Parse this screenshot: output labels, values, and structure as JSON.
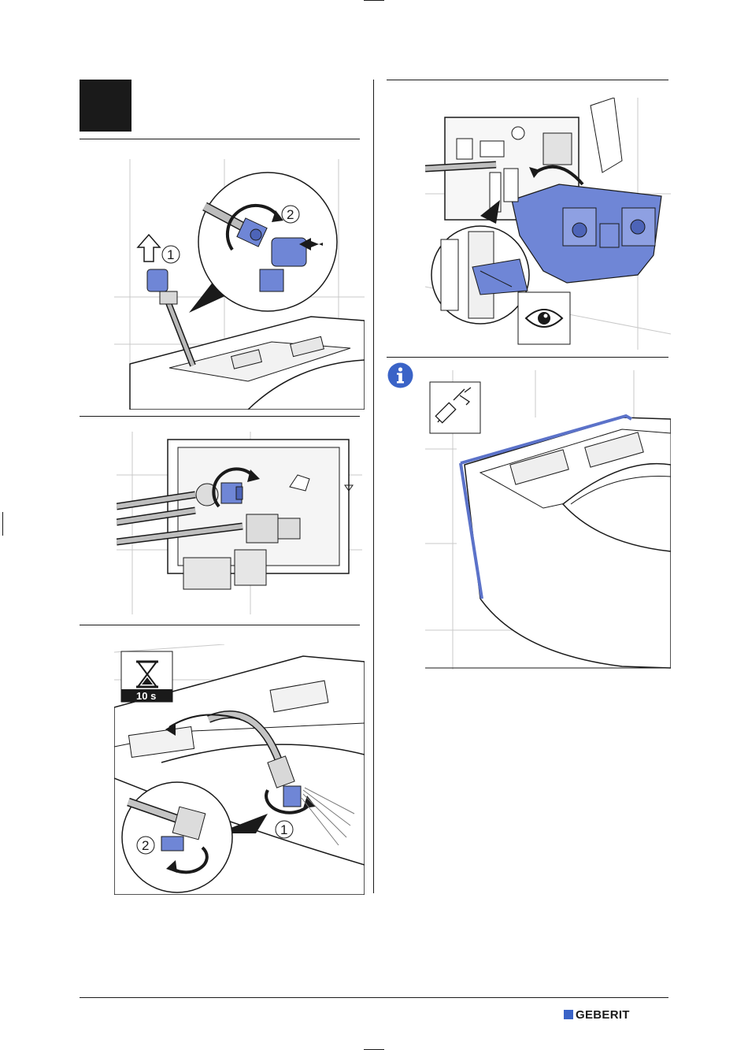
{
  "step_number": "",
  "timer": {
    "label": "10 s"
  },
  "callouts": {
    "one": "1",
    "two": "2"
  },
  "brand": {
    "name": "GEBERIT"
  },
  "colors": {
    "accent_blue": "#6f86d6",
    "ink": "#1a1a1a",
    "brand_blue": "#3a63c7",
    "sealant_line": "#5b72c9"
  },
  "icons": [
    "hourglass-icon",
    "eye-icon",
    "info-icon",
    "sealant-gun-icon",
    "rotate-arrow-icon",
    "up-arrow-icon"
  ]
}
